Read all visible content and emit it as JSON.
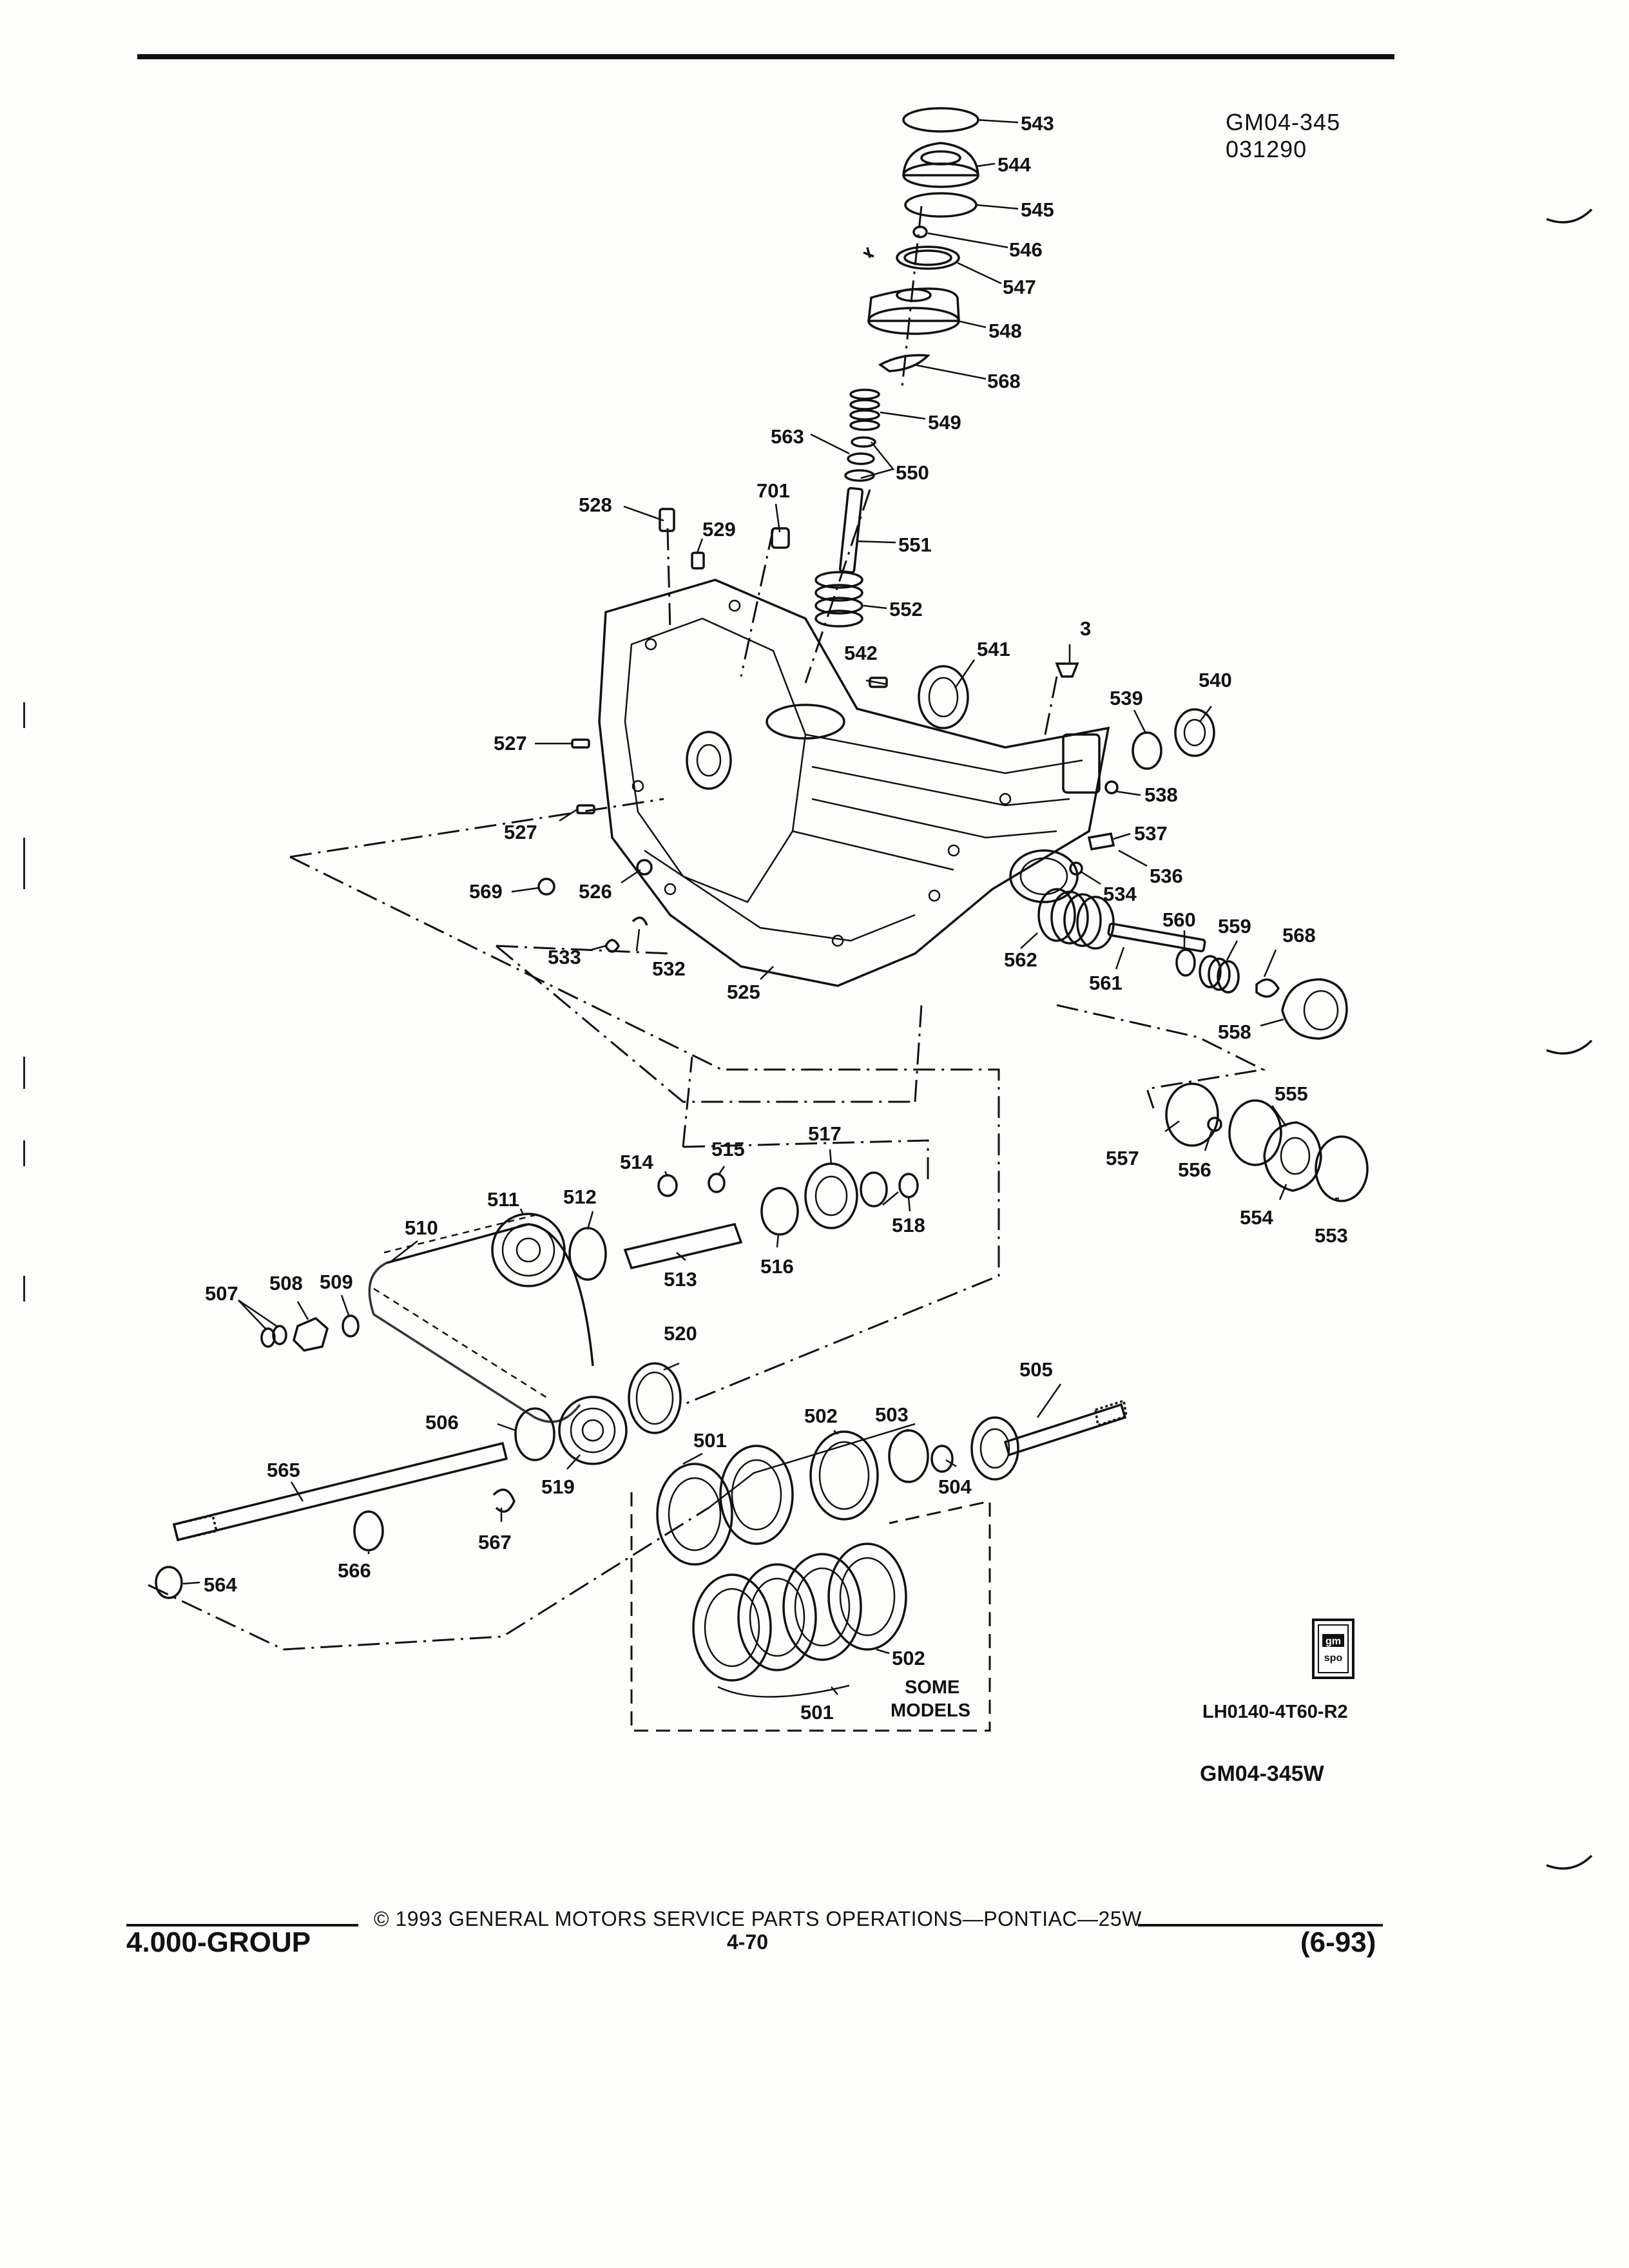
{
  "header": {
    "doc_code": "GM04-345",
    "doc_date": "031290"
  },
  "callouts": [
    "543",
    "544",
    "545",
    "546",
    "547",
    "548",
    "568",
    "549",
    "550",
    "563",
    "551",
    "552",
    "701",
    "528",
    "529",
    "541",
    "542",
    "3",
    "539",
    "540",
    "538",
    "537",
    "536",
    "534",
    "527",
    "527",
    "569",
    "526",
    "533",
    "532",
    "525",
    "562",
    "560",
    "559",
    "568",
    "561",
    "558",
    "555",
    "557",
    "556",
    "554",
    "553",
    "515",
    "514",
    "517",
    "512",
    "511",
    "510",
    "513",
    "516",
    "518",
    "509",
    "508",
    "507",
    "520",
    "505",
    "506",
    "519",
    "501",
    "502",
    "503",
    "504",
    "565",
    "567",
    "566",
    "564",
    "502",
    "501"
  ],
  "notes": {
    "some_models": [
      "SOME",
      "MODELS"
    ]
  },
  "logo": {
    "top": "gm",
    "bottom": "spo"
  },
  "figure_ref": "LH0140-4T60-R2",
  "figure_code": "GM04-345W",
  "footer": {
    "group": "4.000-GROUP",
    "copyright": "© 1993 GENERAL MOTORS SERVICE PARTS OPERATIONS—PONTIAC—25W",
    "page": "4-70",
    "revision": "(6-93)"
  },
  "colors": {
    "ink": "#111111",
    "paper": "#fdfdfb"
  }
}
